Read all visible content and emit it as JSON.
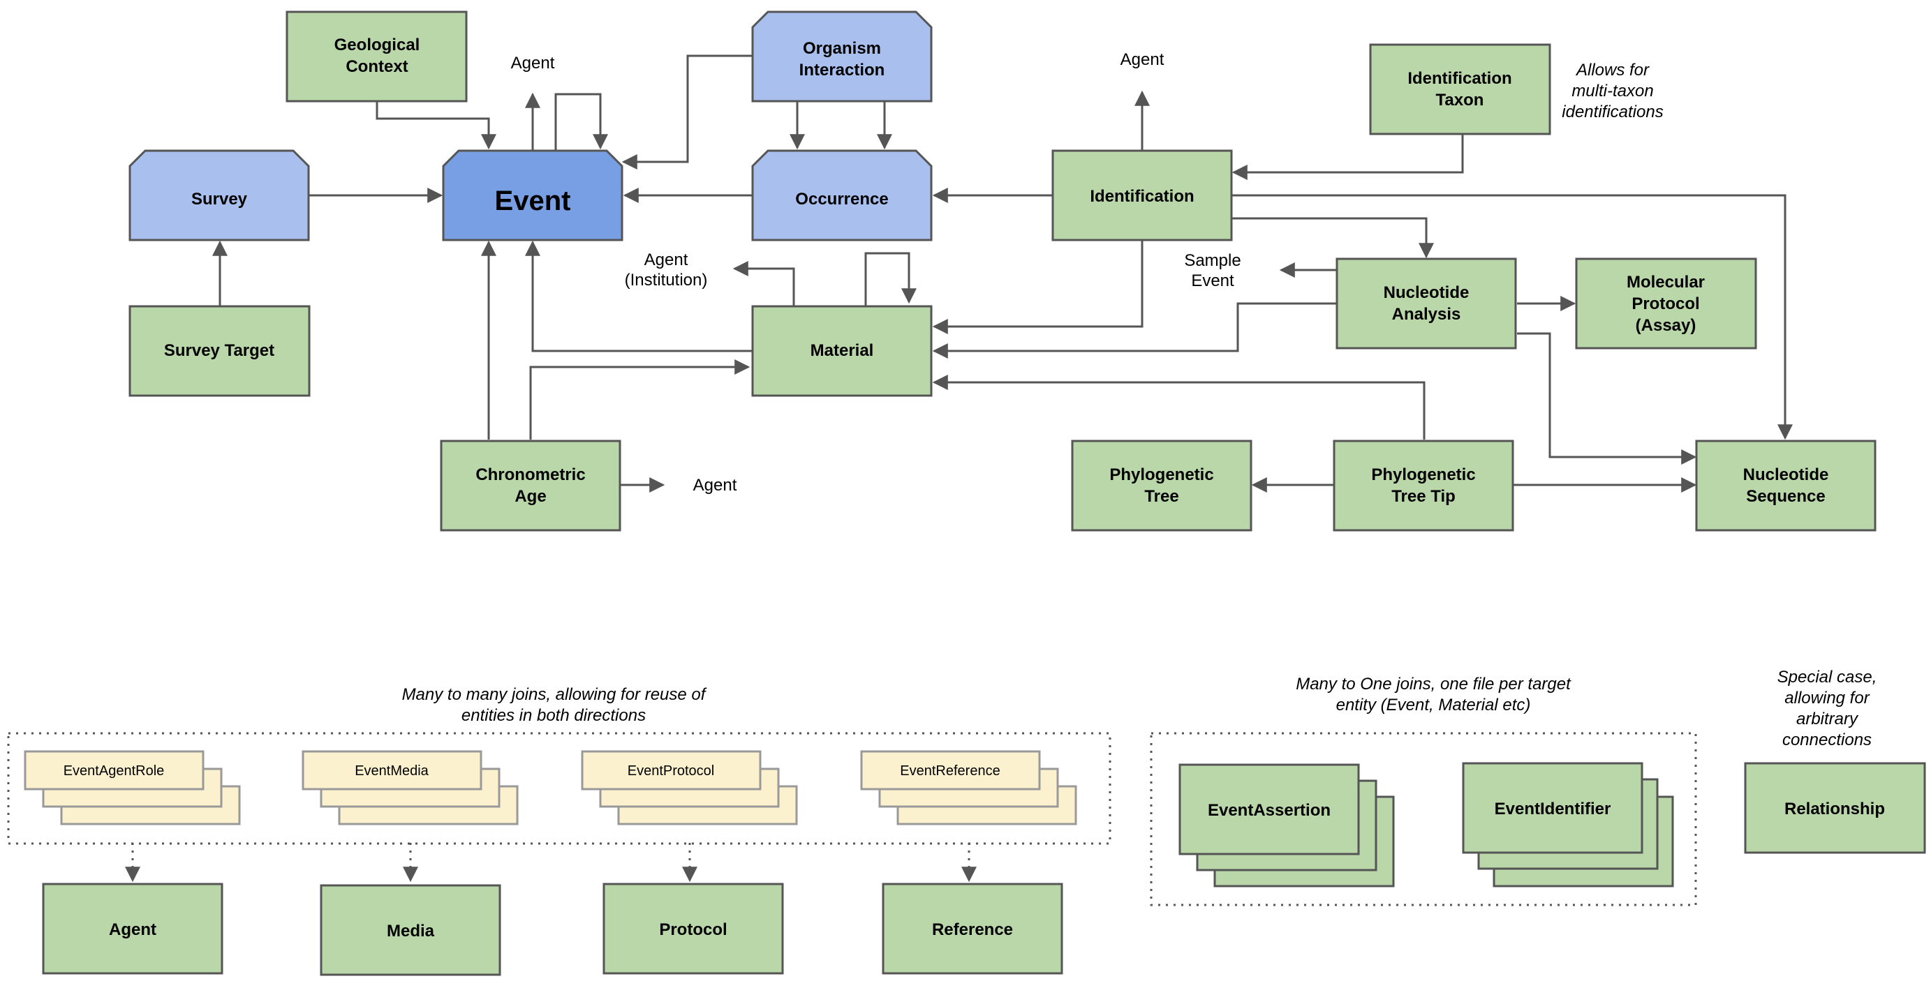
{
  "colors": {
    "green_fill": "#b9d7a8",
    "blue_fill": "#a9c0ef",
    "event_fill": "#789ee3",
    "cream_fill": "#fcf1cf",
    "stroke": "#555555",
    "connector": "#555555"
  },
  "entities": {
    "geological_context": [
      "Geological",
      "Context"
    ],
    "organism_interaction": [
      "Organism",
      "Interaction"
    ],
    "identification_taxon": [
      "Identification",
      "Taxon"
    ],
    "survey": "Survey",
    "event": "Event",
    "occurrence": "Occurrence",
    "identification": "Identification",
    "survey_target": "Survey Target",
    "material": "Material",
    "nucleotide_analysis": [
      "Nucleotide",
      "Analysis"
    ],
    "molecular_protocol": [
      "Molecular",
      "Protocol",
      "(Assay)"
    ],
    "chronometric_age": [
      "Chronometric",
      "Age"
    ],
    "phylogenetic_tree": [
      "Phylogenetic",
      "Tree"
    ],
    "phylogenetic_tree_tip": [
      "Phylogenetic",
      "Tree Tip"
    ],
    "nucleotide_sequence": [
      "Nucleotide",
      "Sequence"
    ],
    "agent": "Agent",
    "media": "Media",
    "protocol": "Protocol",
    "reference": "Reference",
    "event_assertion": "EventAssertion",
    "event_identifier": "EventIdentifier",
    "relationship": "Relationship"
  },
  "labels": {
    "agent_event": "Agent",
    "agent_identification": "Agent",
    "agent_institution": [
      "Agent",
      "(Institution)"
    ],
    "sample_event": [
      "Sample",
      "Event"
    ],
    "agent_chronometric": "Agent"
  },
  "notes": {
    "multi_taxon": [
      "Allows for",
      "multi-taxon",
      "identifications"
    ],
    "many_to_many": [
      "Many to many joins, allowing for reuse of",
      "entities in both directions"
    ],
    "many_to_one": [
      "Many to One joins, one file per target",
      "entity (Event, Material etc)"
    ],
    "special_case": [
      "Special case,",
      "allowing for",
      "arbitrary",
      "connections"
    ]
  },
  "join_tables": {
    "event_agent_role": "EventAgentRole",
    "event_media": "EventMedia",
    "event_protocol": "EventProtocol",
    "event_reference": "EventReference"
  }
}
